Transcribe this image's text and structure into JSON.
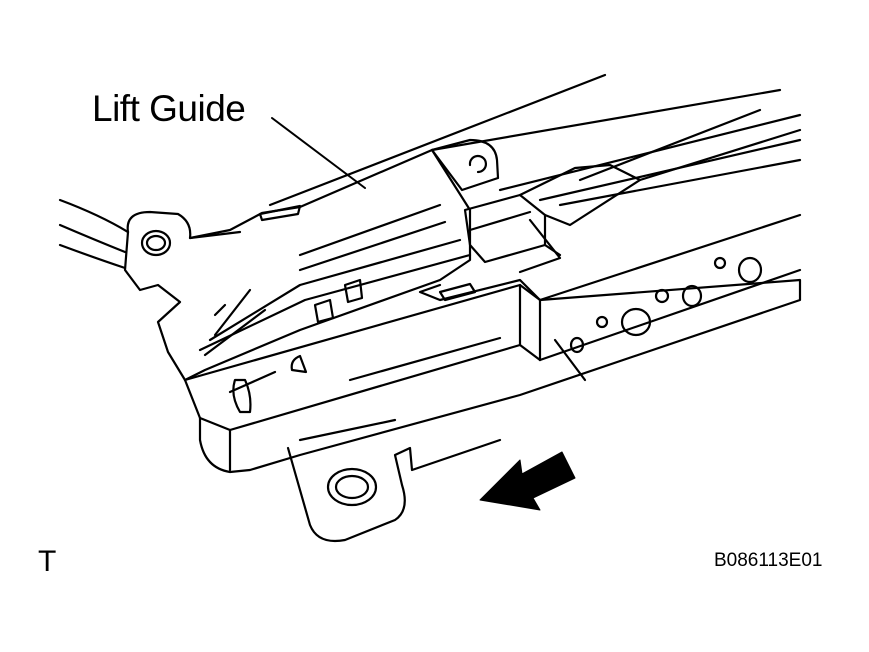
{
  "diagram": {
    "callout_label": "Lift Guide",
    "corner_mark": "T",
    "figure_code": "B086113E01",
    "arrow_direction": "lower-left",
    "line_color": "#000000",
    "background_color": "#ffffff"
  }
}
